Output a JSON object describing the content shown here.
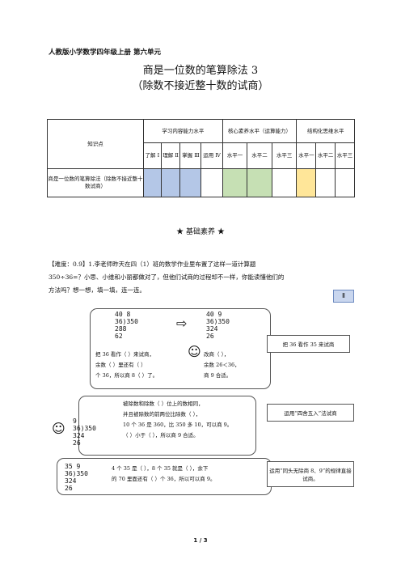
{
  "header": {
    "series": "人教版小学数学四年级上册 第六单元",
    "title": "商是一位数的笔算除法 3",
    "subtitle": "（除数不接近整十数的试商）"
  },
  "table": {
    "knowledge_header": "知识点",
    "group1": "学习内容能力水平",
    "group2": "核心素养水平（运算能力）",
    "group3": "结构化思维水平",
    "levels": [
      "了解 Ⅰ",
      "理解 Ⅱ",
      "掌握 Ⅲ",
      "运用 Ⅳ"
    ],
    "core_levels": [
      "水平一",
      "水平二",
      "水平三"
    ],
    "struct_levels": [
      "水平一",
      "水平二",
      "水平三"
    ],
    "row_label": "商是一位数的笔算除法（除数不接近整十数试商）",
    "colors": {
      "blue": "#b4c7e7",
      "green": "#c6e0b4",
      "yellow": "#ffe699"
    }
  },
  "section_title": "★ 基础素养 ★",
  "question": {
    "line1": "【难度：0.9】1.李老师昨天在四（1）班的数学作业里布置了这样一道计算题",
    "line2": "350÷36=？小思、小维和小丽都做对了，但他们试商的过程却不一样，你能读懂他们的",
    "line3": "方法吗？想一想，填一填，连一连。",
    "level": "Ⅱ"
  },
  "work1": {
    "calc_a": [
      "40   8",
      "36)350",
      "   288",
      "    62"
    ],
    "calc_b": [
      "40   9",
      "36)350",
      "   324",
      "    26"
    ],
    "text_left": [
      "把 36 看作（    ）来试商，",
      "余数（    ）里还有（    ）",
      "个 36，所以商 8（    ）了。"
    ],
    "text_right": [
      "改商（    ），",
      "余数 26＜36，",
      "商 9 合适。"
    ]
  },
  "work2": {
    "calc": [
      "     9",
      "36)350",
      "   324",
      "    26"
    ],
    "text": [
      "被除数和除数（    ）位上的数相同，",
      "并且被除数的前两位比除数（    ），",
      "10 个 36 是 360，比 350 多 10，可以商 9。",
      "（    ）小于（    ），所以商 9 合适。"
    ]
  },
  "work3": {
    "calc": [
      "35   9",
      "36)350",
      "   324",
      "    26"
    ],
    "text": [
      "4 个 35 是（    ），8 个 35 就是（    ），余下",
      "的 70 里面还有（    ）个 36，所以可以商 9。"
    ]
  },
  "methods": [
    "把 36 看作 35 来试商",
    "运用“四舍五入”法试商",
    "运用“同头无除商 8、9”的规律直接试商。"
  ],
  "footer": "1 / 3"
}
